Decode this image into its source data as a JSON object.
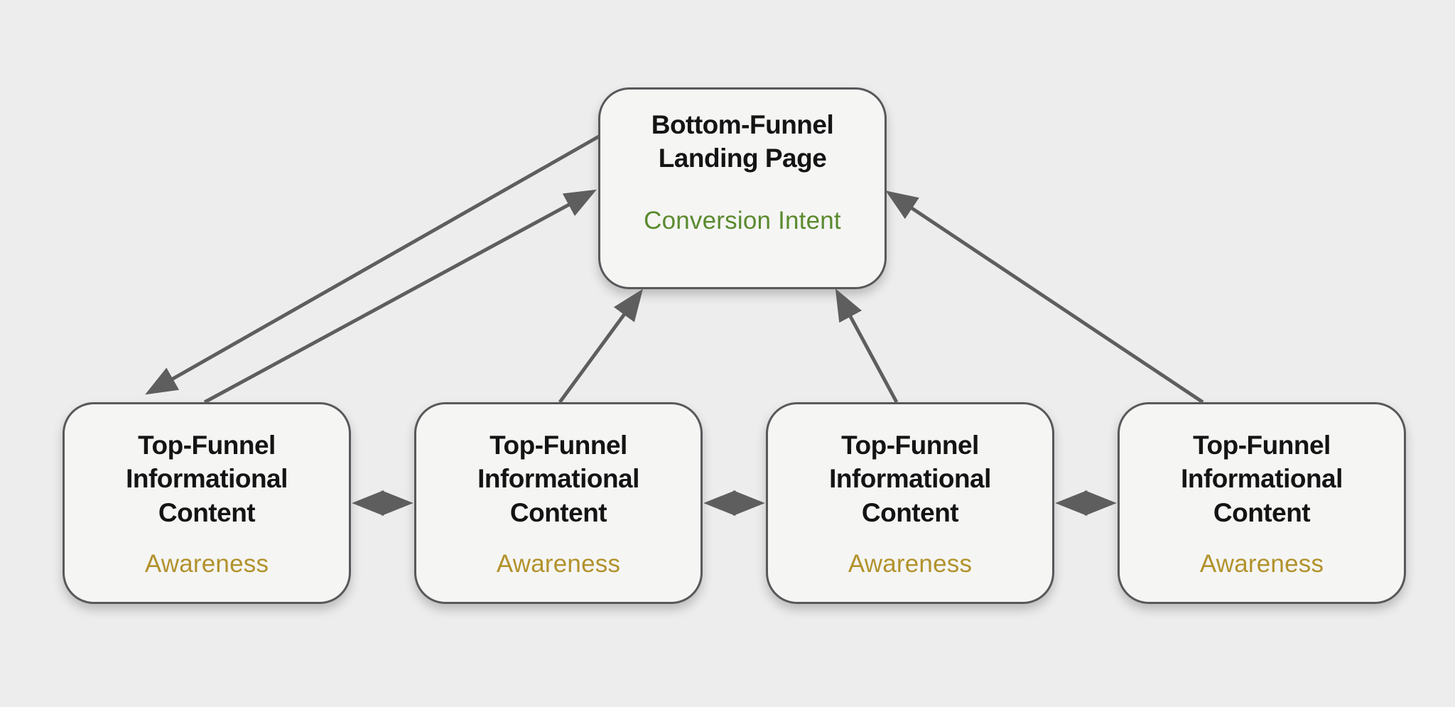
{
  "page": {
    "background_color": "#EDEDED",
    "kind": "marketing-funnel-linking-diagram"
  },
  "diagram": {
    "type": "flowchart",
    "colors": {
      "node_fill": "#F5F5F4",
      "node_border": "#58585A",
      "arrow": "#5E5E5E",
      "title_text": "#141414",
      "conversion_intent_text": "#5A8A2E",
      "awareness_text": "#B2922C"
    },
    "nodes": [
      {
        "id": "landing",
        "title": "Bottom-Funnel Landing Page",
        "subtitle": "Conversion Intent",
        "subtitle_color": "#5A8A2E"
      },
      {
        "id": "topfunnel-1",
        "title": "Top-Funnel Informational Content",
        "subtitle": "Awareness",
        "subtitle_color": "#B2922C"
      },
      {
        "id": "topfunnel-2",
        "title": "Top-Funnel Informational Content",
        "subtitle": "Awareness",
        "subtitle_color": "#B2922C"
      },
      {
        "id": "topfunnel-3",
        "title": "Top-Funnel Informational Content",
        "subtitle": "Awareness",
        "subtitle_color": "#B2922C"
      },
      {
        "id": "topfunnel-4",
        "title": "Top-Funnel Informational Content",
        "subtitle": "Awareness",
        "subtitle_color": "#B2922C"
      }
    ],
    "edges": [
      {
        "from": "landing",
        "to": "topfunnel-1",
        "bidirectional": false
      },
      {
        "from": "topfunnel-1",
        "to": "landing",
        "bidirectional": false
      },
      {
        "from": "topfunnel-2",
        "to": "landing",
        "bidirectional": false
      },
      {
        "from": "topfunnel-3",
        "to": "landing",
        "bidirectional": false
      },
      {
        "from": "topfunnel-4",
        "to": "landing",
        "bidirectional": false
      },
      {
        "from": "topfunnel-1",
        "to": "topfunnel-2",
        "bidirectional": true
      },
      {
        "from": "topfunnel-2",
        "to": "topfunnel-3",
        "bidirectional": true
      },
      {
        "from": "topfunnel-3",
        "to": "topfunnel-4",
        "bidirectional": true
      }
    ]
  }
}
